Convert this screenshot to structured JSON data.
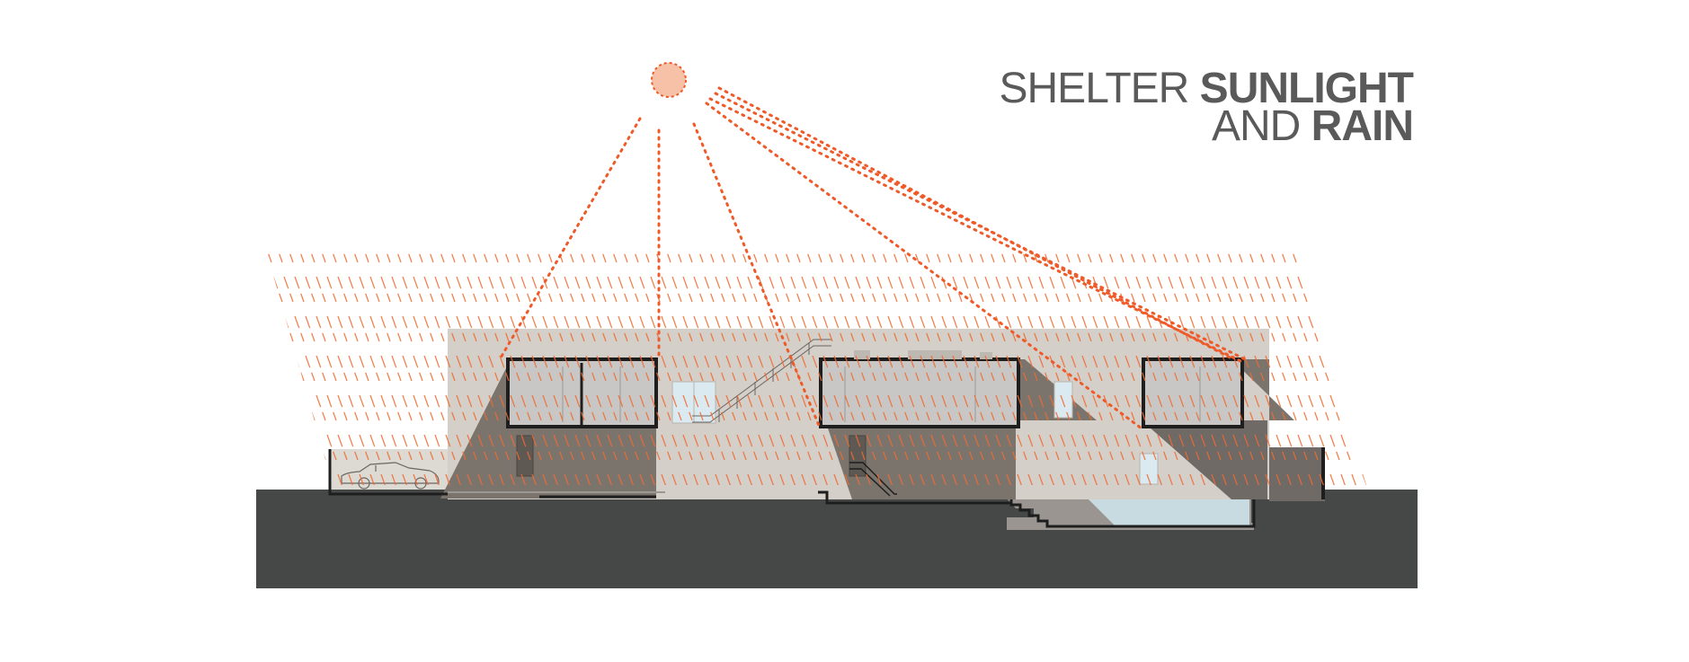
{
  "title": {
    "line1_light": "SHELTER",
    "line1_bold": "SUNLIGHT",
    "line2_light": "AND",
    "line2_bold": "RAIN"
  },
  "icons": {
    "sun": "sun-icon",
    "car": "car-icon",
    "stair": "stair-icon"
  },
  "colors": {
    "sun": "#f7c1a7",
    "sun_stroke": "#ef5a29",
    "rain": "#f06a2f",
    "ground": "#464848",
    "building_light": "#d4cfc8",
    "building_shade": "#7b746d",
    "glass": "#c9c7c5",
    "frame": "#1e1e1e",
    "title": "#5a5a5a"
  }
}
